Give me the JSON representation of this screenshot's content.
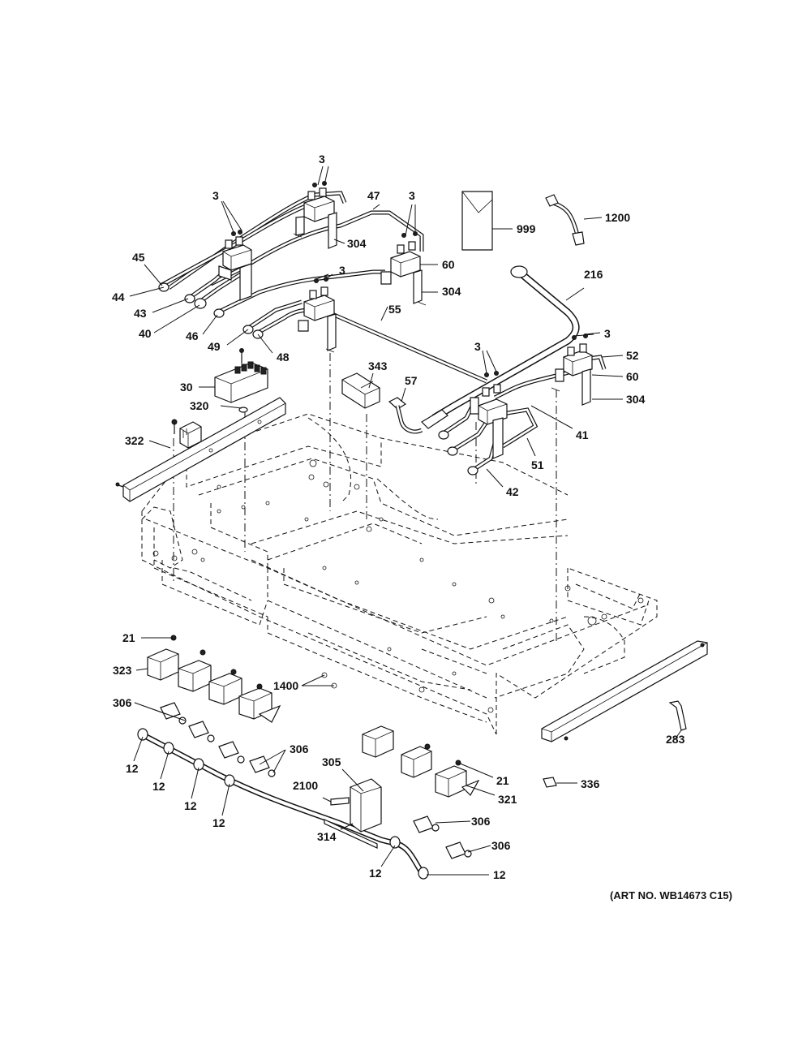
{
  "art_number": "(ART NO. WB14673 C15)",
  "callouts": {
    "c3a": "3",
    "c3b": "3",
    "c3c": "3",
    "c3d": "3",
    "c3e": "3",
    "c3f": "3",
    "c47": "47",
    "c45": "45",
    "c44": "44",
    "c43": "43",
    "c40": "40",
    "c46": "46",
    "c49": "49",
    "c48": "48",
    "c304a": "304",
    "c304b": "304",
    "c304c": "304",
    "c60a": "60",
    "c60b": "60",
    "c55": "55",
    "c999": "999",
    "c1200": "1200",
    "c216": "216",
    "c52": "52",
    "c41": "41",
    "c51": "51",
    "c42": "42",
    "c343": "343",
    "c57": "57",
    "c30": "30",
    "c320": "320",
    "c322": "322",
    "c21a": "21",
    "c21b": "21",
    "c323": "323",
    "c1400": "1400",
    "c306a": "306",
    "c306b": "306",
    "c306c": "306",
    "c306d": "306",
    "c12a": "12",
    "c12b": "12",
    "c12c": "12",
    "c12d": "12",
    "c12e": "12",
    "c12f": "12",
    "c305": "305",
    "c2100": "2100",
    "c314": "314",
    "c321": "321",
    "c336": "336",
    "c283": "283"
  }
}
